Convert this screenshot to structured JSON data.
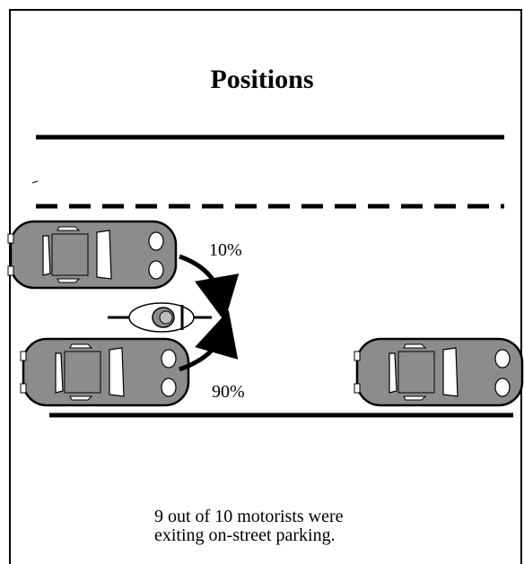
{
  "title": "Positions",
  "labels": {
    "top_pct": "10%",
    "bottom_pct": "90%"
  },
  "caption": {
    "line1": "9 out of 10 motorists were",
    "line2": "exiting on-street parking."
  }
}
